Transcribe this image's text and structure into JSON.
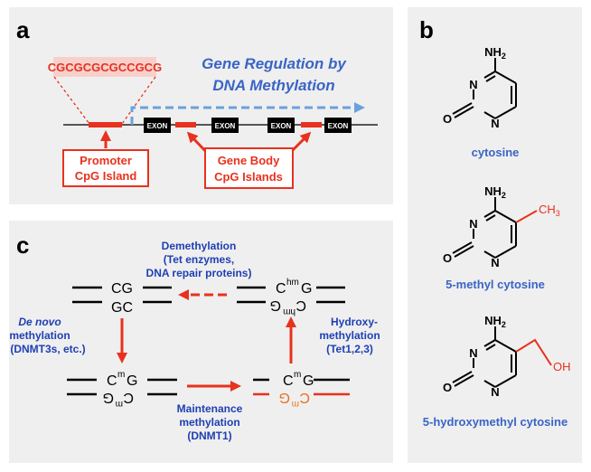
{
  "panel_a": {
    "letter": "a",
    "cpg_sequence": "CGCGCGCGCCGCG",
    "title_line1": "Gene Regulation by",
    "title_line2": "DNA Methylation",
    "exon_label": "EXON",
    "promoter_line1": "Promoter",
    "promoter_line2": "CpG Island",
    "genebody_line1": "Gene Body",
    "genebody_line2": "CpG Islands"
  },
  "panel_b": {
    "letter": "b",
    "nh2_main": "NH",
    "nh2_sub": "2",
    "n_atom": "N",
    "o_atom": "O",
    "ch3_main": "CH",
    "ch3_sub": "3",
    "oh_group": "OH",
    "caption1": "cytosine",
    "caption2": "5-methyl cytosine",
    "caption3": "5-hydroxymethyl cytosine"
  },
  "panel_c": {
    "letter": "c",
    "demeth_line1": "Demethylation",
    "demeth_line2": "(Tet enzymes,",
    "demeth_line3": "DNA repair proteins)",
    "denovo_line1": "De novo",
    "denovo_line2": "methylation",
    "denovo_line3": "(DNMT3s, etc.)",
    "hydroxy_line1": "Hydroxy-",
    "hydroxy_line2": "methylation",
    "hydroxy_line3": "(Tet1,2,3)",
    "maint_line1": "Maintenance",
    "maint_line2": "methylation",
    "maint_line3": "(DNMT1)",
    "pair_cg_top": "CG",
    "pair_cg_bottom": "GC",
    "c_letter": "C",
    "g_letter": "G",
    "m_sup": "m",
    "hm_sup": "hm"
  },
  "colors": {
    "red": "#e8311e",
    "blue": "#3a64c6",
    "dark_blue": "#1f3fb4",
    "orange": "#e8701e",
    "light_blue": "#6aa1dc",
    "panel_bg": "#efefef"
  }
}
